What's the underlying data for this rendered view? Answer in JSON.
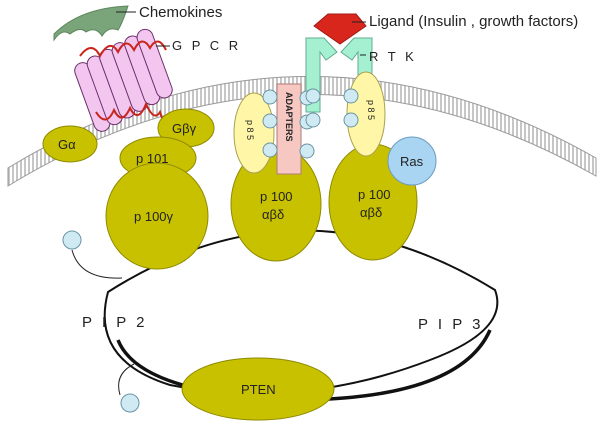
{
  "labels": {
    "chemokines": "Chemokines",
    "gpcr": "G P C R",
    "ligand": "Ligand (Insulin , growth factors)",
    "rtk": "R T K",
    "g_alpha": "Gα",
    "g_beta_gamma": "Gβγ",
    "p101": "p 101",
    "p100_gamma": "p 100γ",
    "p85_left": "p 8 5",
    "p85_right": "p 8 5",
    "adapters": "ADAPTERS",
    "p100_abd_left_line1": "p 100",
    "p100_abd_left_line2": "αβδ",
    "p100_abd_right_line1": "p 100",
    "p100_abd_right_line2": "αβδ",
    "ras": "Ras",
    "pip2": "P I P 2",
    "pip3": "P I P 3",
    "pten": "PTEN"
  },
  "colors": {
    "protein_olive": "#c8c100",
    "protein_olive_stroke": "#8f8a00",
    "p85_fill": "#fff6a8",
    "adapters_fill": "#f7c7c2",
    "rtk_fill": "#a6f0d2",
    "ligand_red": "#d9261c",
    "chemokine_green": "#7aa57a",
    "gpcr_fill": "#f2c6ee",
    "ras_fill": "#a9d4f2",
    "phosphate_fill": "#cfeaf3",
    "membrane_gray": "#bdbdbd"
  }
}
